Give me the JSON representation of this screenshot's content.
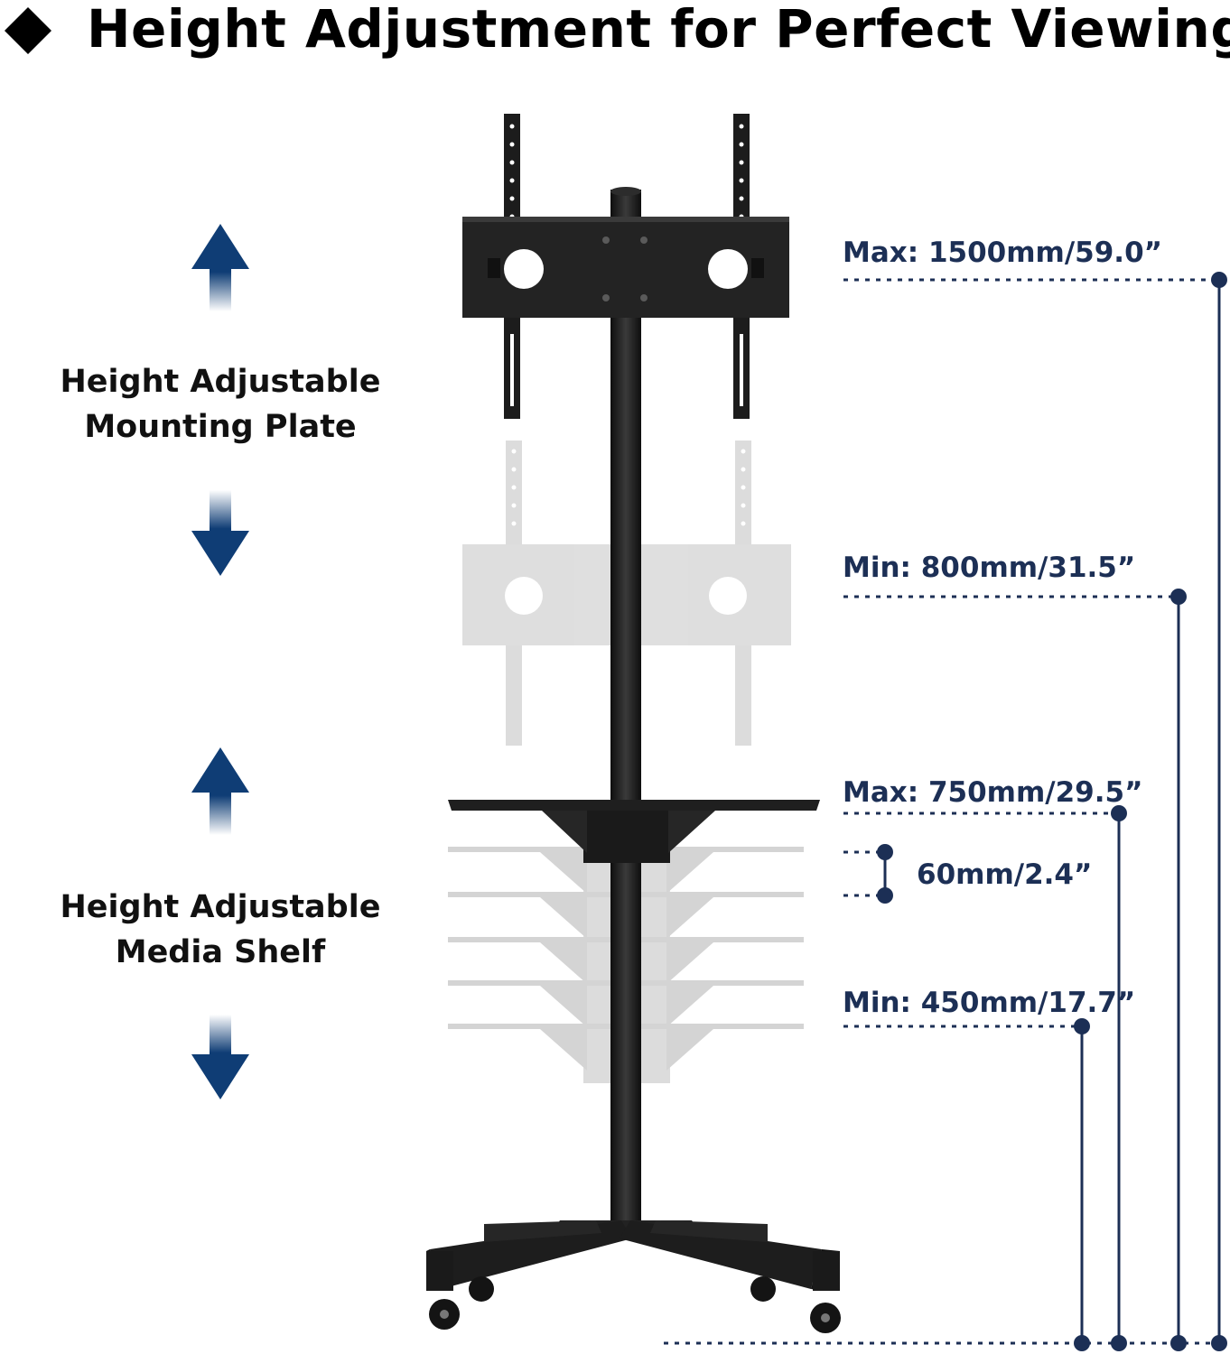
{
  "title": "Height Adjustment for Perfect Viewing",
  "labels": {
    "mounting_plate": [
      "Height Adjustable",
      "Mounting Plate"
    ],
    "media_shelf": [
      "Height Adjustable",
      "Media Shelf"
    ]
  },
  "measurements": {
    "plate_max": "Max: 1500mm/59.0”",
    "plate_min": "Min: 800mm/31.5”",
    "shelf_max": "Max: 750mm/29.5”",
    "shelf_step": "60mm/2.4”",
    "shelf_min": "Min: 450mm/17.7”"
  },
  "colors": {
    "dimension_navy": "#1c2f55",
    "arrow_blue": "#0f3d75",
    "stand_black": "#1a1a1a",
    "ghost_gray": "#d4d4d4"
  },
  "icons": [
    "diamond-bullet-icon",
    "arrow-up-icon",
    "arrow-down-icon"
  ]
}
